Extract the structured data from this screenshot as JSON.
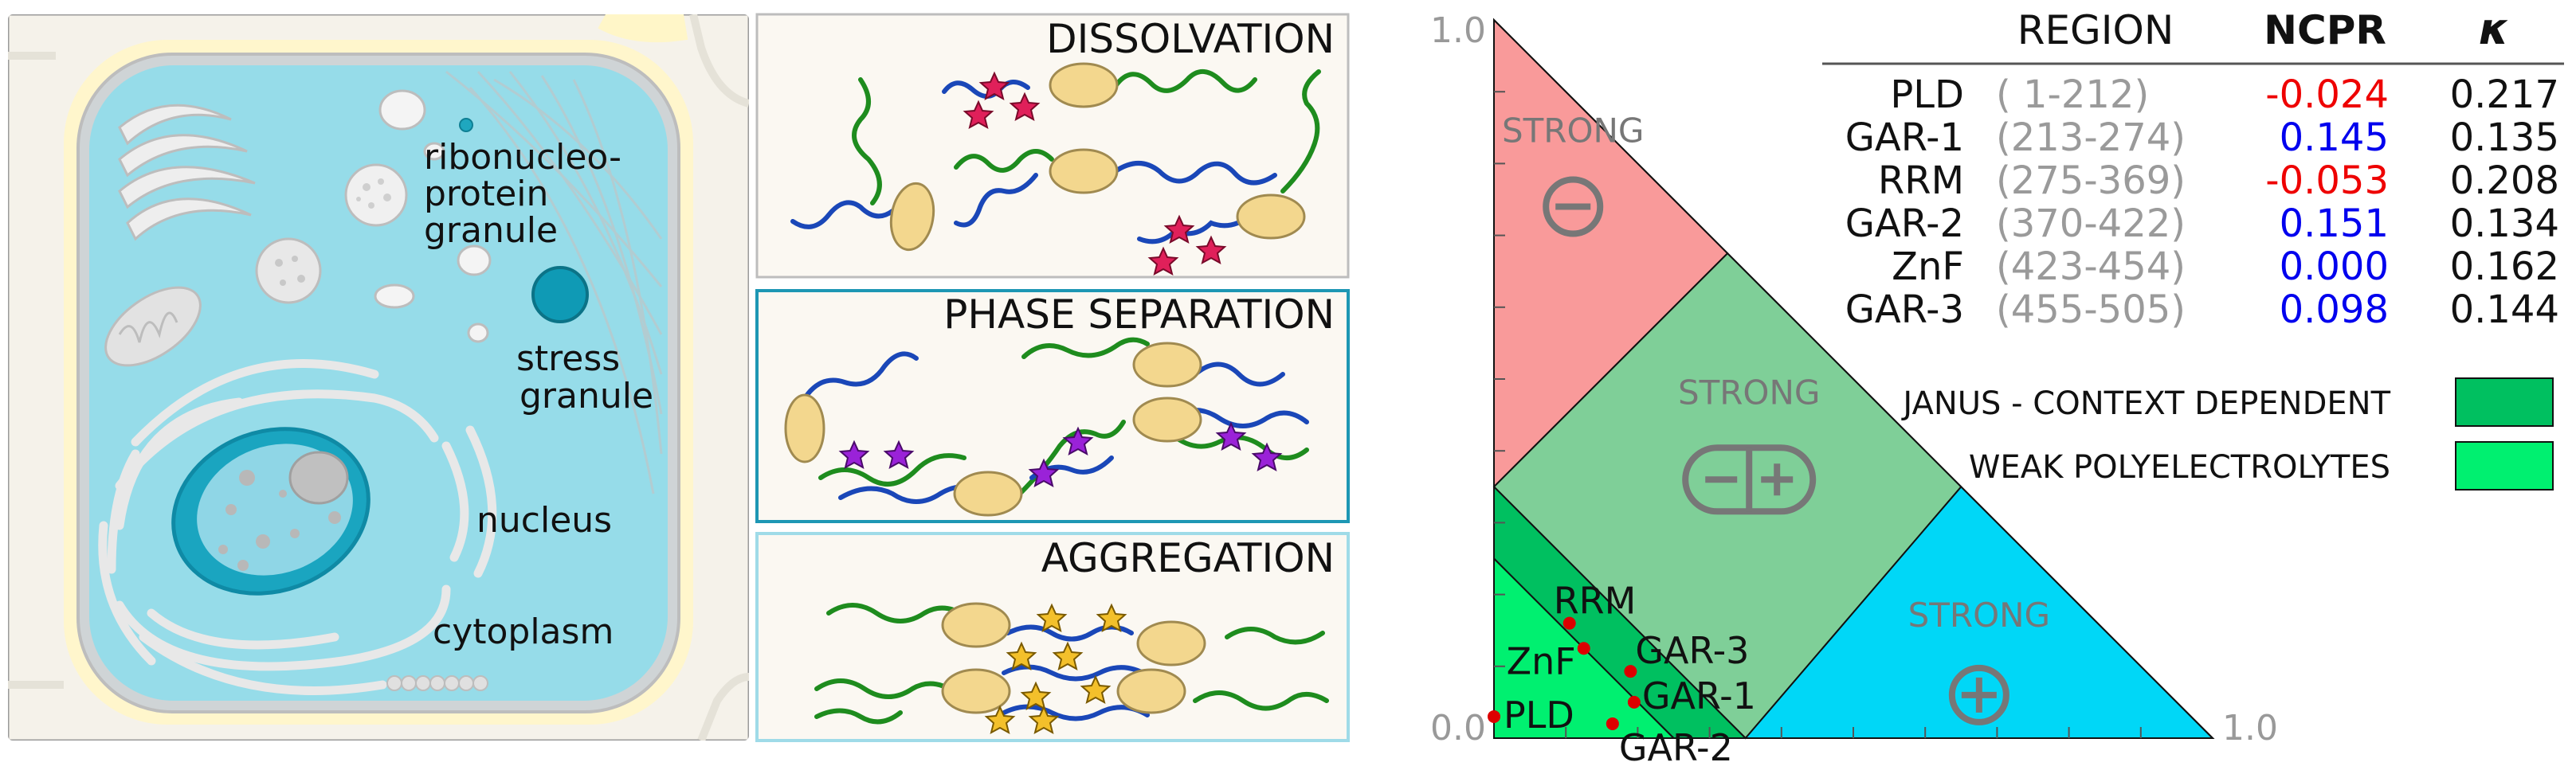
{
  "cell": {
    "labels": {
      "rnp": [
        "ribonucleo-",
        "protein",
        "granule"
      ],
      "stress": [
        "stress",
        "granule"
      ],
      "nucleus": "nucleus",
      "cytoplasm": "cytoplasm"
    }
  },
  "panels": {
    "dissolvation": "DISSOLVATION",
    "phase_separation": "PHASE SEPARATION",
    "aggregation": "AGGREGATION"
  },
  "ternary": {
    "axis": {
      "tick_top": "1.0",
      "tick_origin": "0.0",
      "tick_right": "1.0"
    },
    "zones": {
      "strong_label": "STRONG"
    },
    "legend": {
      "janus": {
        "label": "JANUS - CONTEXT DEPENDENT",
        "color": "#00c060"
      },
      "weak": {
        "label": "WEAK POLYELECTROLYTES",
        "color": "#00f070"
      }
    },
    "colors": {
      "strong_neg": "#f99a9a",
      "strong_mixed": "#7fcf98",
      "strong_pos": "#00d7f7",
      "janus": "#00c060",
      "weak": "#00f070",
      "point": "#dd0000",
      "ncpr_negative": "#ee0000",
      "ncpr_positive": "#0000ee",
      "range": "#9a9a9a"
    },
    "table": {
      "headers": {
        "region": "REGION",
        "ncpr": "NCPR",
        "kappa": "κ"
      },
      "rows": [
        {
          "name": "PLD",
          "range": "(    1-212)",
          "ncpr": "-0.024",
          "kappa": "0.217",
          "sign": "neg"
        },
        {
          "name": "GAR-1",
          "range": "(213-274)",
          "ncpr": "0.145",
          "kappa": "0.135",
          "sign": "pos"
        },
        {
          "name": "RRM",
          "range": "(275-369)",
          "ncpr": "-0.053",
          "kappa": "0.208",
          "sign": "neg"
        },
        {
          "name": "GAR-2",
          "range": "(370-422)",
          "ncpr": "0.151",
          "kappa": "0.134",
          "sign": "pos"
        },
        {
          "name": "ZnF",
          "range": "(423-454)",
          "ncpr": "0.000",
          "kappa": "0.162",
          "sign": "pos"
        },
        {
          "name": "GAR-3",
          "range": "(455-505)",
          "ncpr": "0.098",
          "kappa": "0.144",
          "sign": "pos"
        }
      ]
    },
    "points": [
      {
        "label": "PLD",
        "fplus": 0.0,
        "fminus": 0.03
      },
      {
        "label": "RRM",
        "fplus": 0.105,
        "fminus": 0.16
      },
      {
        "label": "ZnF",
        "fplus": 0.125,
        "fminus": 0.125
      },
      {
        "label": "GAR-3",
        "fplus": 0.19,
        "fminus": 0.093
      },
      {
        "label": "GAR-1",
        "fplus": 0.195,
        "fminus": 0.05
      },
      {
        "label": "GAR-2",
        "fplus": 0.165,
        "fminus": 0.02
      }
    ]
  }
}
